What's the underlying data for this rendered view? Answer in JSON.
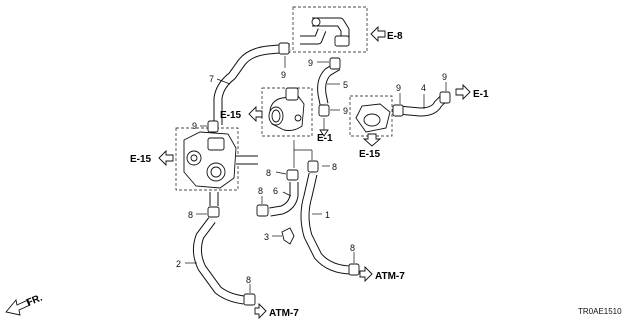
{
  "diagram": {
    "part_callouts": {
      "p1": "1",
      "p2": "2",
      "p3": "3",
      "p4": "4",
      "p5": "5",
      "p6": "6",
      "p7": "7",
      "p8": "8",
      "p9": "9"
    },
    "references": {
      "e8": "E-8",
      "e1": "E-1",
      "e15": "E-15",
      "atm7": "ATM-7"
    },
    "direction": "FR.",
    "diagram_code": "TR0AE1510"
  }
}
